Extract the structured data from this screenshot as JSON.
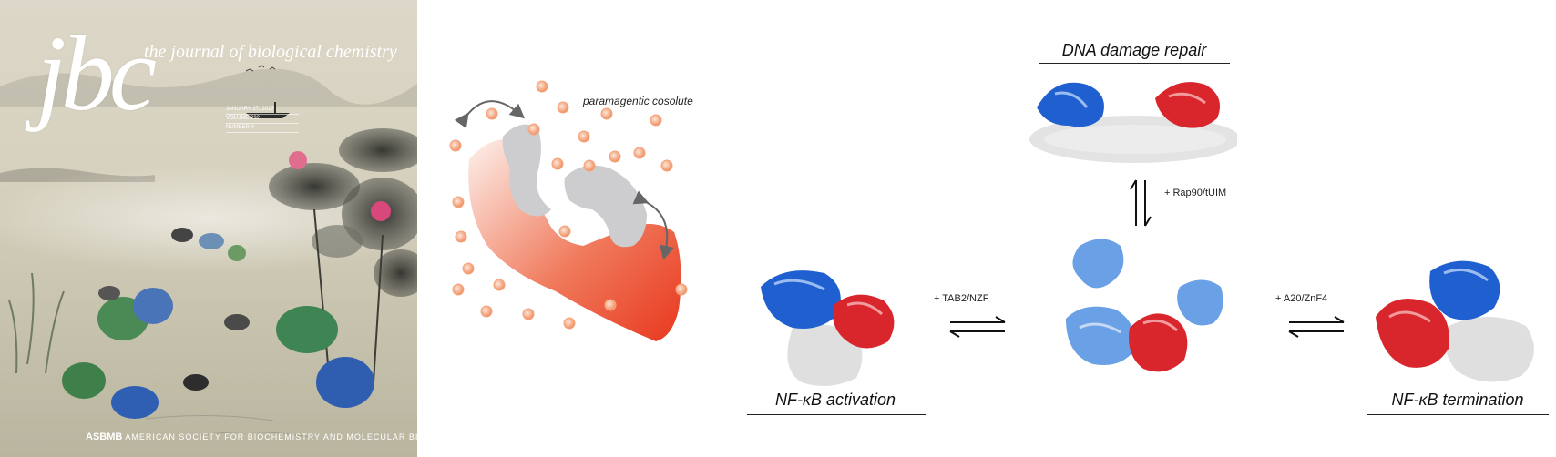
{
  "cover": {
    "logo": "jbc",
    "title": "the journal of biological chemistry",
    "issue_lines": [
      "JANUARY 27, 2017",
      "VOLUME 292",
      "NUMBER 4"
    ],
    "publisher_mark": "ASBMB",
    "publisher_name": "AMERICAN SOCIETY FOR BIOCHEMISTRY AND MOLECULAR BIOLOGY"
  },
  "cosolute": {
    "label": "paramagentic cosolute"
  },
  "scheme": {
    "states": {
      "top": "DNA damage repair",
      "left": "NF-κB activation",
      "right": "NF-κB termination"
    },
    "reagents": {
      "vertical": "+ Rap90/tUIM",
      "left": "+ TAB2/NZF",
      "right": "+ A20/ZnF4"
    }
  },
  "colors": {
    "domain_blue": "#1f5fcf",
    "domain_red": "#d8262c",
    "light_blue": "#6aa1e6",
    "surface_gray": "#cfcfcf",
    "cosolute_orange": "#f2a77f",
    "shape_gradient_top": "#fbe7de",
    "shape_gradient_bottom": "#ea3a22"
  }
}
